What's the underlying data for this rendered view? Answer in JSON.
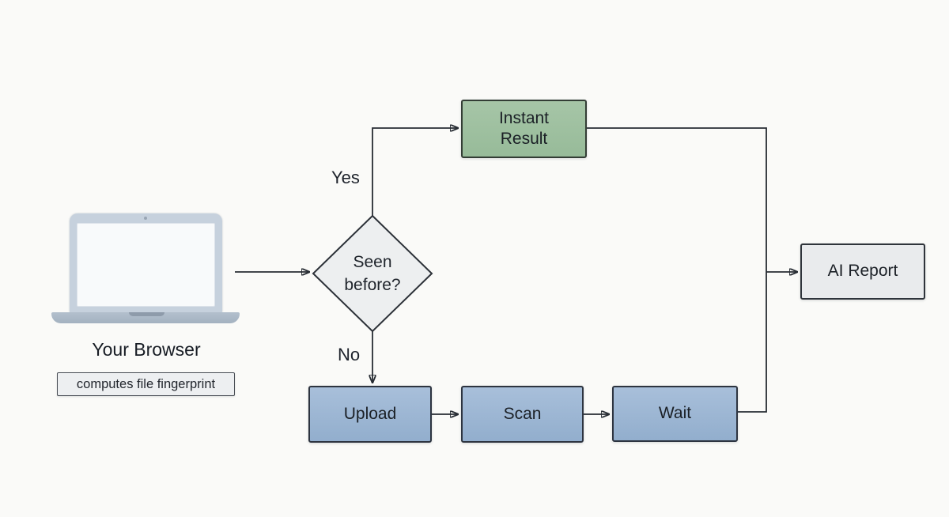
{
  "background": "#fafaf8",
  "browser": {
    "label": "Your Browser",
    "sublabel": "computes file fingerprint"
  },
  "decision": {
    "label": "Seen before?",
    "yes_label": "Yes",
    "no_label": "No",
    "fill": "#edeff0"
  },
  "nodes": {
    "instant_result": {
      "label": "Instant Result",
      "fill": "#9fc1a1"
    },
    "upload": {
      "label": "Upload",
      "fill": "#9cb7d5"
    },
    "scan": {
      "label": "Scan",
      "fill": "#9cb7d5"
    },
    "wait": {
      "label": "Wait",
      "fill": "#9cb7d5"
    },
    "ai_report": {
      "label": "AI Report",
      "fill": "#e9ebed"
    }
  },
  "flow": {
    "yes_path": "Seen before? -> Instant Result -> AI Report",
    "no_path": "Seen before? -> Upload -> Scan -> Wait -> AI Report"
  }
}
